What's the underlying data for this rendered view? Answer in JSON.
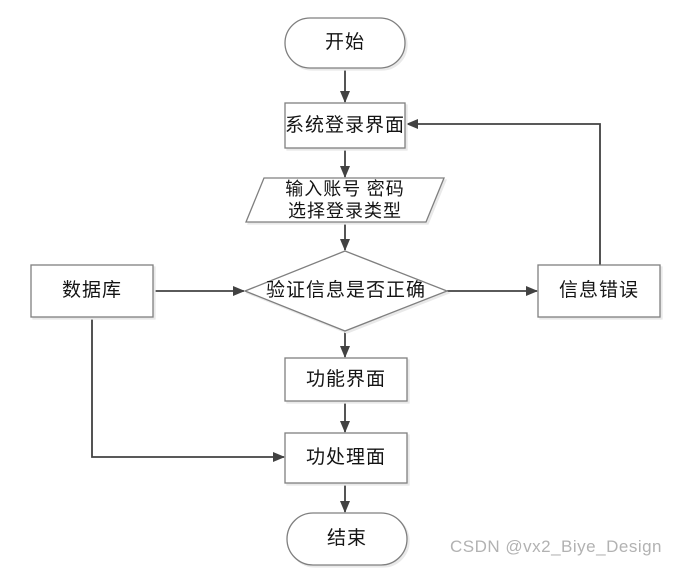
{
  "diagram": {
    "nodes": {
      "start": {
        "type": "terminator",
        "label": "开始"
      },
      "login": {
        "type": "process",
        "label": "系统登录界面"
      },
      "input": {
        "type": "io",
        "lines": [
          "输入账号 密码",
          "选择登录类型"
        ]
      },
      "decision": {
        "type": "decision",
        "label": "验证信息是否正确"
      },
      "database": {
        "type": "process",
        "label": "数据库"
      },
      "error": {
        "type": "process",
        "label": "信息错误"
      },
      "function": {
        "type": "process",
        "label": "功能界面"
      },
      "handler": {
        "type": "process",
        "label": "功处理面"
      },
      "end": {
        "type": "terminator",
        "label": "结束"
      }
    },
    "edges": [
      {
        "from": "start",
        "to": "login"
      },
      {
        "from": "login",
        "to": "input"
      },
      {
        "from": "input",
        "to": "decision"
      },
      {
        "from": "decision",
        "to": "function"
      },
      {
        "from": "function",
        "to": "handler"
      },
      {
        "from": "handler",
        "to": "end"
      },
      {
        "from": "database",
        "to": "decision"
      },
      {
        "from": "decision",
        "to": "error"
      },
      {
        "from": "error",
        "to": "login"
      },
      {
        "from": "database",
        "to": "handler"
      }
    ]
  },
  "watermark": {
    "text": "CSDN @vx2_Biye_Design"
  },
  "colors": {
    "background": "#ffffff",
    "node_border": "#7f7f7f",
    "connector": "#424242",
    "text": "#141414",
    "watermark": "#b2b2b2"
  }
}
